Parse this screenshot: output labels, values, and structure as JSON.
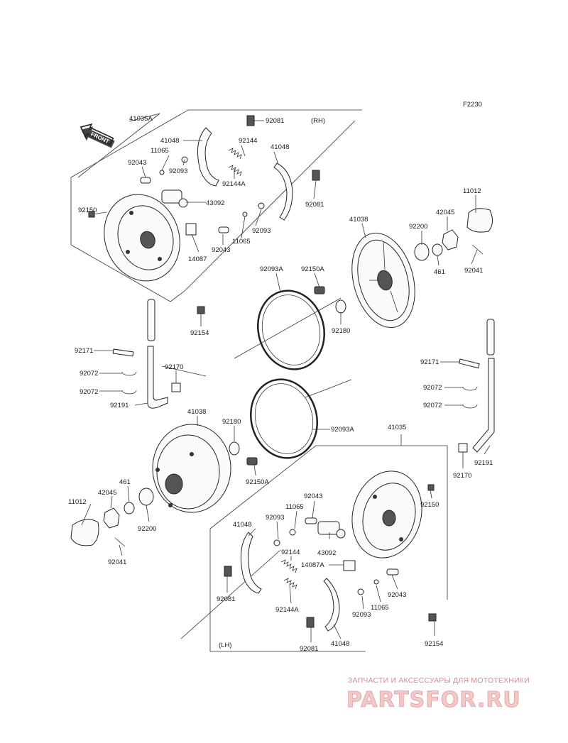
{
  "figure_code": "F2230",
  "front_label": "FRONT",
  "side_rh": "(RH)",
  "side_lh": "(LH)",
  "watermark": {
    "tagline": "ЗАПЧАСТИ И АКСЕССУАРЫ ДЛЯ МОТОТЕХНИКИ",
    "brand": "PARTSFOR.RU"
  },
  "labels": [
    "41035A",
    "92081",
    "(RH)",
    "41048",
    "92144",
    "41048",
    "11065",
    "92043",
    "92093",
    "92144A",
    "92081",
    "92150",
    "43092",
    "92093",
    "14087",
    "92043",
    "11065",
    "11012",
    "41038",
    "92200",
    "42045",
    "461",
    "92041",
    "92093A",
    "92150A",
    "92180",
    "92154",
    "92171",
    "92072",
    "92170",
    "92072",
    "92191",
    "92171",
    "92072",
    "92072",
    "41038",
    "92180",
    "92093A",
    "41035",
    "92191",
    "92170",
    "92150A",
    "461",
    "42045",
    "11012",
    "92200",
    "92041",
    "92043",
    "92150",
    "11065",
    "41048",
    "92093",
    "92144",
    "43092",
    "14087A",
    "92043",
    "92081",
    "92144A",
    "11065",
    "92093",
    "92081",
    "41048",
    "92154",
    "(LH)"
  ]
}
